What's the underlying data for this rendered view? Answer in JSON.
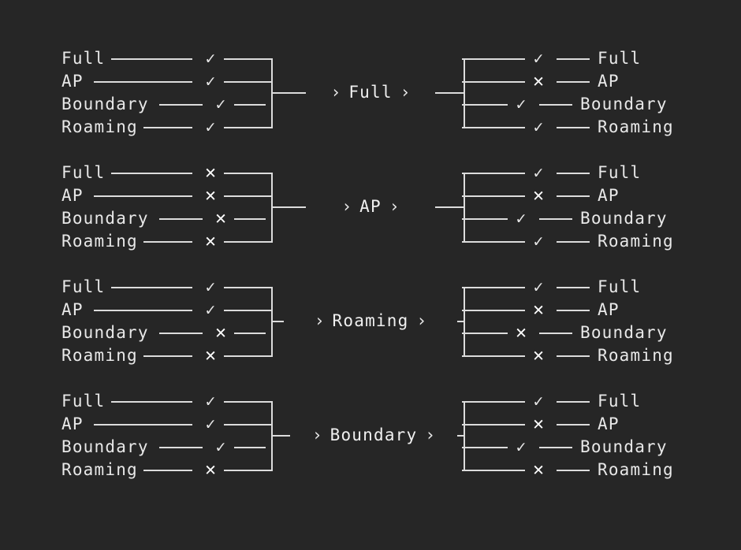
{
  "theme": {
    "background": "#262626",
    "line": "#dcdcdc",
    "text": "#e8e8e8",
    "mark_ok": "#e6e6e6",
    "mark_no": "#ffffff"
  },
  "glyphs": {
    "check": "✓",
    "cross": "✕",
    "chevron": "›",
    "arrow_head": "›"
  },
  "states": [
    "Full",
    "AP",
    "Boundary",
    "Roaming"
  ],
  "groups": [
    {
      "state": "Full",
      "left": [
        {
          "label": "Full",
          "mark": "check"
        },
        {
          "label": "AP",
          "mark": "check"
        },
        {
          "label": "Boundary",
          "mark": "check"
        },
        {
          "label": "Roaming",
          "mark": "check"
        }
      ],
      "right": [
        {
          "label": "Full",
          "mark": "check"
        },
        {
          "label": "AP",
          "mark": "cross"
        },
        {
          "label": "Boundary",
          "mark": "check"
        },
        {
          "label": "Roaming",
          "mark": "check"
        }
      ]
    },
    {
      "state": "AP",
      "left": [
        {
          "label": "Full",
          "mark": "cross"
        },
        {
          "label": "AP",
          "mark": "cross"
        },
        {
          "label": "Boundary",
          "mark": "cross"
        },
        {
          "label": "Roaming",
          "mark": "cross"
        }
      ],
      "right": [
        {
          "label": "Full",
          "mark": "check"
        },
        {
          "label": "AP",
          "mark": "cross"
        },
        {
          "label": "Boundary",
          "mark": "check"
        },
        {
          "label": "Roaming",
          "mark": "check"
        }
      ]
    },
    {
      "state": "Roaming",
      "left": [
        {
          "label": "Full",
          "mark": "check"
        },
        {
          "label": "AP",
          "mark": "check"
        },
        {
          "label": "Boundary",
          "mark": "cross"
        },
        {
          "label": "Roaming",
          "mark": "cross"
        }
      ],
      "right": [
        {
          "label": "Full",
          "mark": "check"
        },
        {
          "label": "AP",
          "mark": "cross"
        },
        {
          "label": "Boundary",
          "mark": "cross"
        },
        {
          "label": "Roaming",
          "mark": "cross"
        }
      ]
    },
    {
      "state": "Boundary",
      "left": [
        {
          "label": "Full",
          "mark": "check"
        },
        {
          "label": "AP",
          "mark": "check"
        },
        {
          "label": "Boundary",
          "mark": "check"
        },
        {
          "label": "Roaming",
          "mark": "cross"
        }
      ],
      "right": [
        {
          "label": "Full",
          "mark": "check"
        },
        {
          "label": "AP",
          "mark": "cross"
        },
        {
          "label": "Boundary",
          "mark": "check"
        },
        {
          "label": "Roaming",
          "mark": "cross"
        }
      ]
    }
  ],
  "layout": {
    "group_tops": [
      60,
      205,
      350,
      495
    ],
    "left_dash_widths": [
      103,
      125,
      55,
      62
    ],
    "right_stub_widths": [
      80,
      80,
      58,
      80
    ],
    "left_stub_widths": [
      62,
      62,
      40,
      62
    ],
    "centre_lefts": [
      388,
      388,
      360,
      368
    ],
    "centre_widths": [
      164,
      164,
      220,
      212
    ]
  }
}
